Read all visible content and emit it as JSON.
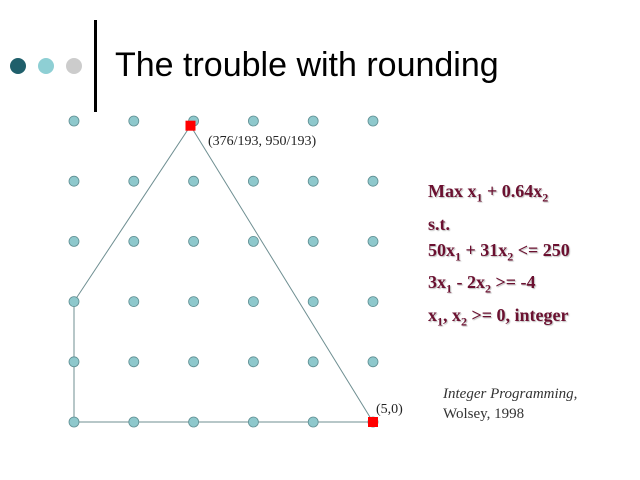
{
  "slide": {
    "title": "The trouble with rounding",
    "bullet_colors": [
      "#1f5f6b",
      "#8ecfd4",
      "#cccccc"
    ]
  },
  "diagram": {
    "lattice": {
      "x_values": [
        0,
        1,
        2,
        3,
        4,
        5
      ],
      "y_values": [
        0,
        1,
        2,
        3,
        4,
        5
      ]
    },
    "polygon_vertices": [
      [
        0,
        0
      ],
      [
        5,
        0
      ],
      [
        1.948,
        4.922
      ],
      [
        0,
        2
      ]
    ],
    "point_color": "#8ec8cc",
    "corner_color": "#ff0000",
    "corner_points": [
      {
        "x": 1.948,
        "y": 4.922,
        "label": "(376/193, 950/193)"
      },
      {
        "x": 5,
        "y": 0,
        "label": "(5,0)"
      }
    ]
  },
  "formulation": {
    "color": "#6b1030",
    "objective": {
      "prefix": "Max x",
      "s1": "1",
      "mid": " + 0.64x",
      "s2": "2"
    },
    "st": "s.t.",
    "c1": {
      "a": "50x",
      "s1": "1",
      "b": " + 31x",
      "s2": "2",
      "c": " <= 250"
    },
    "c2": {
      "a": "3x",
      "s1": "1",
      "b": " - 2x",
      "s2": "2",
      "c": " >= -4"
    },
    "c3": {
      "a": "x",
      "s1": "1",
      "b": ", x",
      "s2": "2",
      "c": "  >= 0, integer"
    }
  },
  "citation": {
    "book": "Integer Programming,",
    "author": "Wolsey, 1998"
  }
}
